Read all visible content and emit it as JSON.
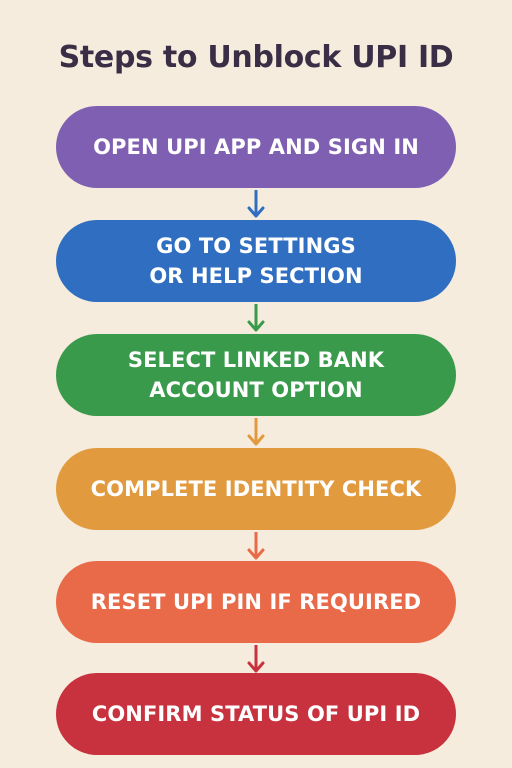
{
  "title": "Steps to Unblock UPI ID",
  "steps": [
    {
      "label": "OPEN UPI APP AND SIGN IN",
      "color": "#7f5fb1"
    },
    {
      "label": "GO TO SETTINGS\nOR HELP SECTION",
      "color": "#2f6ec0"
    },
    {
      "label": "SELECT LINKED BANK\nACCOUNT OPTION",
      "color": "#3a9a4c"
    },
    {
      "label": "COMPLETE IDENTITY CHECK",
      "color": "#e29a3e"
    },
    {
      "label": "RESET UPI PIN IF REQUIRED",
      "color": "#e86a48"
    },
    {
      "label": "CONFIRM STATUS OF UPI ID",
      "color": "#c8323f"
    }
  ],
  "arrows": [
    {
      "color": "#2f6ec0"
    },
    {
      "color": "#3a9a4c"
    },
    {
      "color": "#e29a3e"
    },
    {
      "color": "#e86a48"
    },
    {
      "color": "#c8323f"
    }
  ]
}
